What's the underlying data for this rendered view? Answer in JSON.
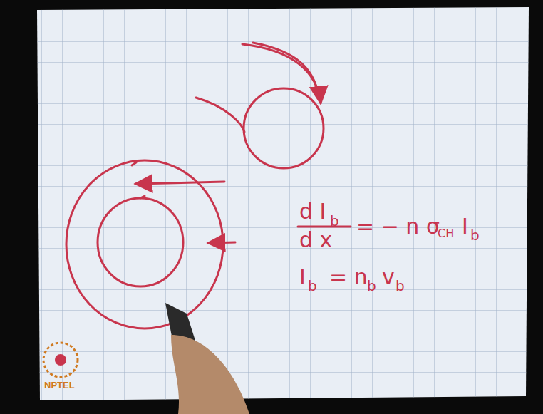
{
  "diagram": {
    "labels": [
      "d I",
      "b",
      "d x",
      "= − n σ",
      "CH",
      "I",
      "b",
      "I",
      "b",
      "= n",
      "b",
      "v",
      "b",
      "NPTEL"
    ]
  }
}
